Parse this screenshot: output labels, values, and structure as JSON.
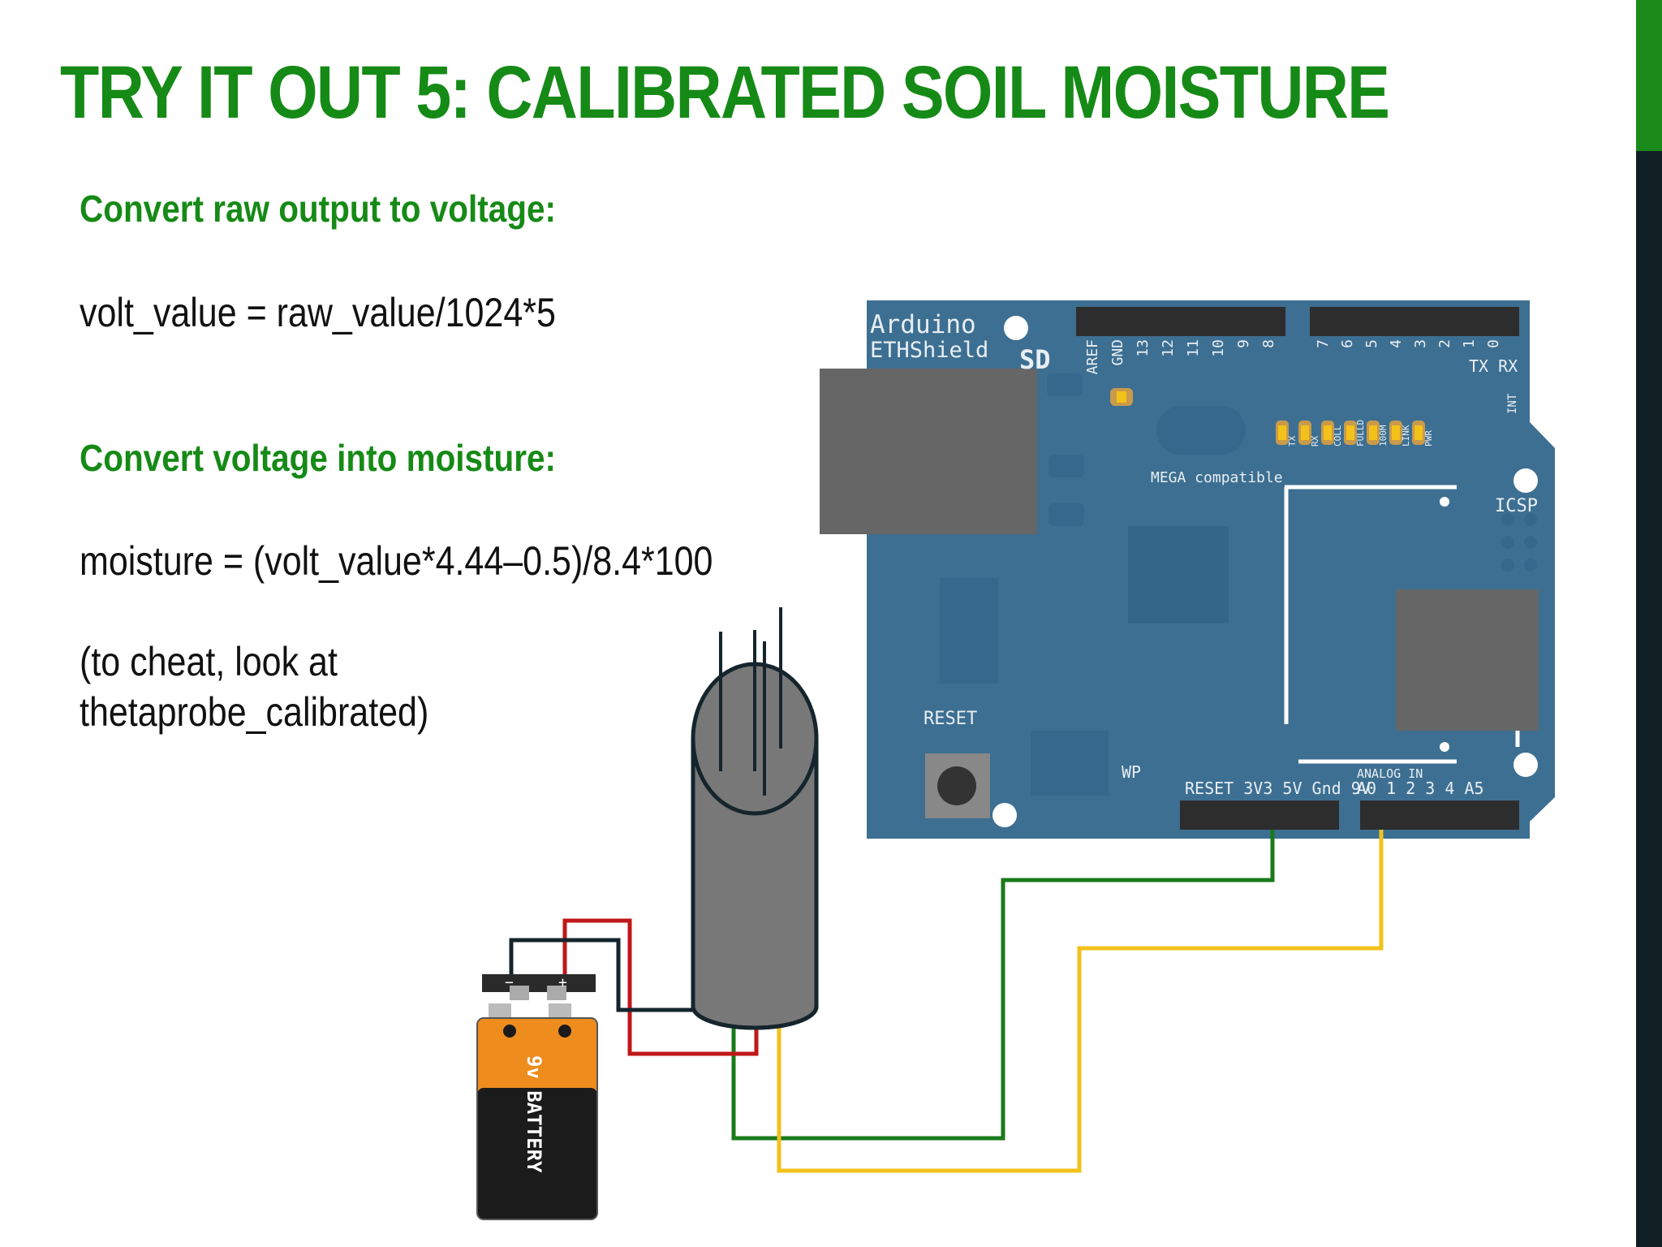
{
  "slide": {
    "title": "TRY IT OUT 5: CALIBRATED SOIL MOISTURE",
    "heading_1": "Convert raw output to voltage:",
    "formula_1": "volt_value = raw_value/1024*5",
    "heading_2": "Convert voltage into moisture:",
    "formula_2": "moisture = (volt_value*4.44–0.5)/8.4*100",
    "note_line_1": "(to cheat, look at",
    "note_line_2": "thetaprobe_calibrated)"
  },
  "colors": {
    "title_green": "#168a16",
    "board_blue": "#3d6f92",
    "wire_green": "#1a7a1a",
    "wire_yellow": "#f2c21b",
    "wire_red": "#c01818",
    "wire_black": "#15252d"
  },
  "board": {
    "name_line_1": "Arduino",
    "name_line_2": "ETHShield",
    "sd": "SD",
    "digital_pins_left": [
      "AREF",
      "GND",
      "13",
      "12",
      "11",
      "10",
      "9",
      "8"
    ],
    "digital_pins_right": [
      "7",
      "6",
      "5",
      "4",
      "3",
      "2",
      "1",
      "0"
    ],
    "txrx": "TX RX",
    "int": "INT",
    "leds": [
      "TX",
      "RX",
      "COLL",
      "FULLD",
      "100M",
      "LINK",
      "PWR"
    ],
    "mega": "MEGA compatible",
    "icsp": "ICSP",
    "reset": "RESET",
    "wp": "WP",
    "power_pins": "RESET 3V3 5V Gnd 9V",
    "analog_label": "ANALOG IN",
    "analog_pins": "A0 1 2 3 4 A5"
  },
  "battery": {
    "label": "9v BATTERY",
    "minus": "−",
    "plus": "+"
  },
  "icons": [
    "arduino-board",
    "soil-moisture-probe",
    "9v-battery"
  ]
}
